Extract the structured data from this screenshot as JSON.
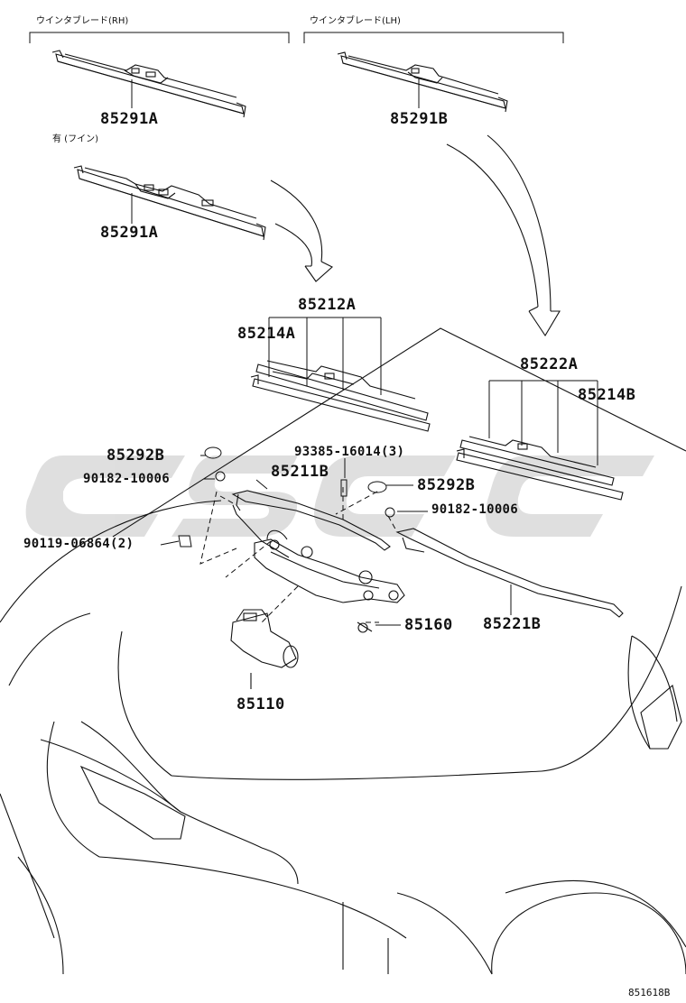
{
  "diagram": {
    "headers": {
      "rh": "ウインタブレード(RH)",
      "lh": "ウインタブレード(LH)",
      "fine": "有 (フイン)"
    },
    "parts": {
      "p85291A_top": "85291A",
      "p85291B": "85291B",
      "p85291A_fine": "85291A",
      "p85212A": "85212A",
      "p85214A": "85214A",
      "p85222A": "85222A",
      "p85214B": "85214B",
      "p85292B_left": "85292B",
      "p93385": "93385-16014(3)",
      "p90182_left": "90182-10006",
      "p85211B": "85211B",
      "p85292B_right": "85292B",
      "p90182_right": "90182-10006",
      "p90119": "90119-06864(2)",
      "p85160": "85160",
      "p85221B": "85221B",
      "p85110": "85110"
    },
    "figure_code": "851618B"
  },
  "colors": {
    "line": "#111111",
    "watermark": "#d9d9d9"
  }
}
